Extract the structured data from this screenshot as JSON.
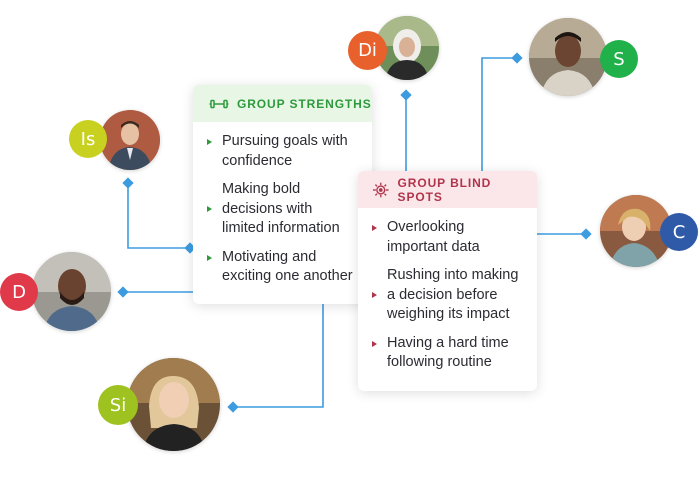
{
  "strengths": {
    "title": "GROUP STRENGTHS",
    "icon": "dumbbell-icon",
    "color": "#2e9a3c",
    "items": [
      "Pursuing goals with confidence",
      "Making bold decisions with limited information",
      "Motivating and exciting one another"
    ]
  },
  "blind_spots": {
    "title": "GROUP BLIND SPOTS",
    "icon": "target-icon",
    "color": "#b0354b",
    "items": [
      "Overlooking important data",
      "Rushing into making a decision before weighing its impact",
      "Having a hard time following routine"
    ]
  },
  "connector_color": "#3d9be0",
  "people": [
    {
      "initials": "Di",
      "badge_color": "#e8612c"
    },
    {
      "initials": "S",
      "badge_color": "#21b14a"
    },
    {
      "initials": "Is",
      "badge_color": "#c8d11f"
    },
    {
      "initials": "C",
      "badge_color": "#2f5aa8"
    },
    {
      "initials": "D",
      "badge_color": "#e0394a"
    },
    {
      "initials": "Si",
      "badge_color": "#9ec21f"
    }
  ]
}
